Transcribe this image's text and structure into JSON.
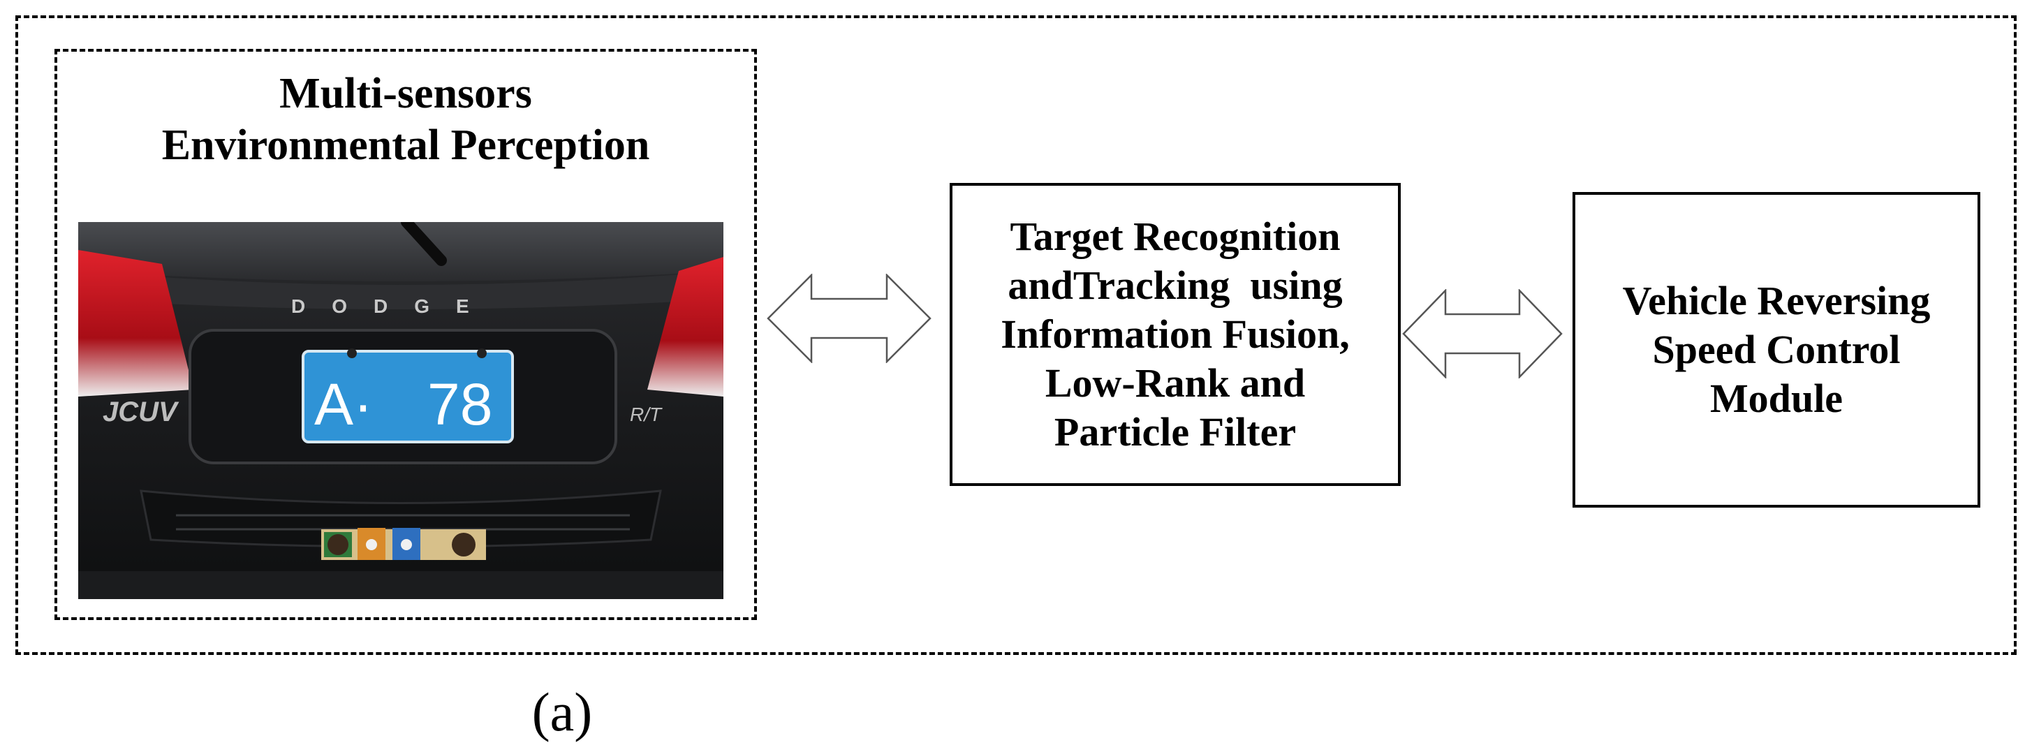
{
  "perception": {
    "title_line1": "Multi-sensors",
    "title_line2": "Environmental Perception",
    "photo": {
      "brand_lettering": "DODGE",
      "model_badge": "JCUV",
      "trim_badge": "R/T",
      "plate_left": "A·",
      "plate_right": "78",
      "colors": {
        "car_body": "#1c1d1f",
        "plate": "#2f93d6",
        "tail_light": "#c8101a"
      }
    }
  },
  "tracking": {
    "lines": [
      "Target Recognition",
      "andTracking  using",
      "Information Fusion,",
      "Low-Rank and",
      "Particle Filter"
    ]
  },
  "speed_control": {
    "lines": [
      "Vehicle Reversing",
      "Speed Control",
      "Module"
    ]
  },
  "caption": "(a)",
  "icons": {
    "arrows": "double-headed-arrow-icon"
  }
}
